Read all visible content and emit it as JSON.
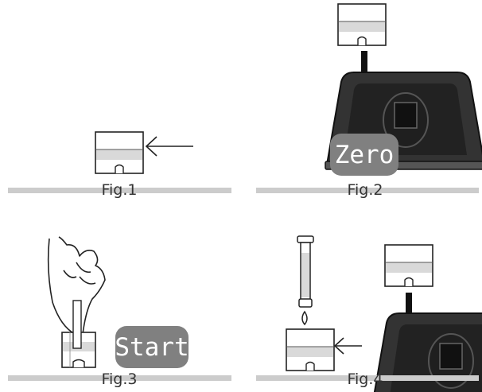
{
  "figures": {
    "fig1": {
      "label": "Fig.1"
    },
    "fig2": {
      "label": "Fig.2",
      "button_label": "Zero"
    },
    "fig3": {
      "label": "Fig.3",
      "button_label": "Start"
    },
    "fig4": {
      "label": "Fig.4"
    }
  },
  "colors": {
    "divider": "#cccccc",
    "button": "#808080",
    "liquid": "#d9d9d9",
    "device_dark": "#333333",
    "device_black": "#1f1f1f",
    "outline": "#222222"
  }
}
